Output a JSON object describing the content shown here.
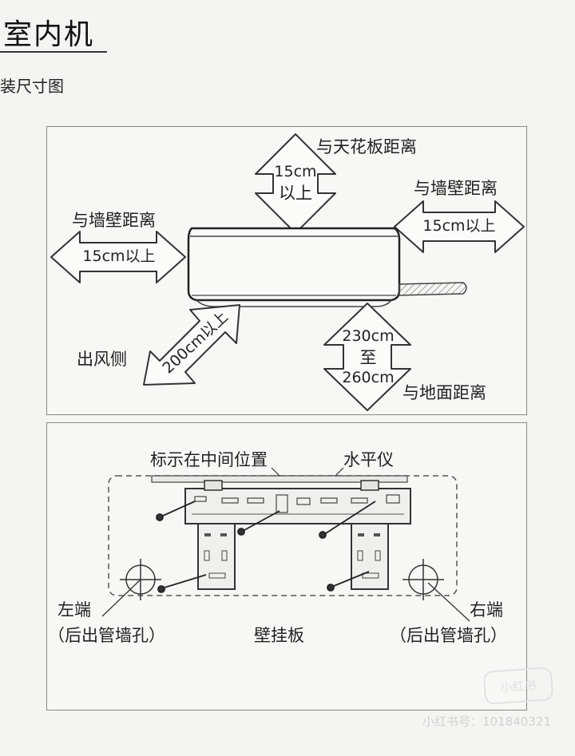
{
  "header": {
    "title": "室内机",
    "subtitle": "装尺寸图"
  },
  "clearance": {
    "ceiling_label": "与天花板距离",
    "ceiling_value_line1": "15cm",
    "ceiling_value_line2": "以上",
    "wall_right_label": "与墙壁距离",
    "wall_right_value": "15cm以上",
    "wall_left_label": "与墙壁距离",
    "wall_left_value": "15cm以上",
    "outlet_label": "出风侧",
    "outlet_value": "200cm以上",
    "floor_value_line1": "230cm",
    "floor_value_line2": "至",
    "floor_value_line3": "260cm",
    "floor_label": "与地面距离"
  },
  "mounting": {
    "center_mark_label": "标示在中间位置",
    "level_label": "水平仪",
    "left_end_label": "左端",
    "left_end_sub": "（后出管墙孔）",
    "plate_label": "壁挂板",
    "right_end_label": "右端",
    "right_end_sub": "（后出管墙孔）"
  },
  "watermark": {
    "logo": "小红书",
    "id_text": "小红书号：101840321"
  }
}
